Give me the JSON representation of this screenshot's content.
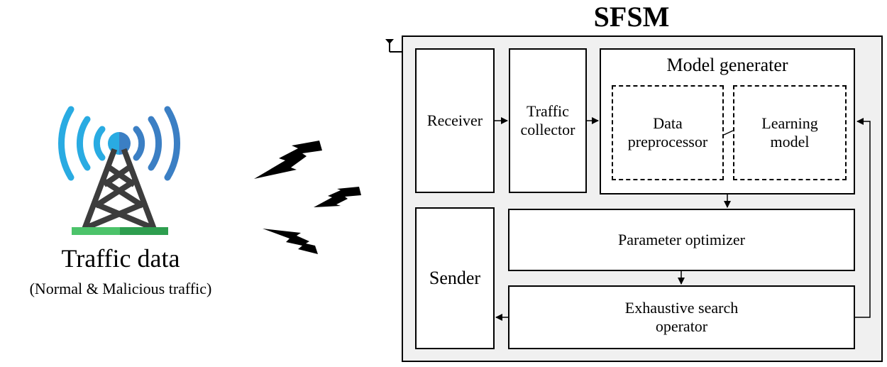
{
  "system": {
    "title": "SFSM"
  },
  "blocks": {
    "receiver": "Receiver",
    "traffic_collector_line1": "Traffic",
    "traffic_collector_line2": "collector",
    "model_generator": "Model generater",
    "data_preprocessor_line1": "Data",
    "data_preprocessor_line2": "preprocessor",
    "learning_model_line1": "Learning",
    "learning_model_line2": "model",
    "parameter_optimizer": "Parameter optimizer",
    "exhaustive_search_line1": "Exhaustive search",
    "exhaustive_search_line2": "operator",
    "sender": "Sender"
  },
  "source": {
    "label": "Traffic data",
    "sublabel": "(Normal & Malicious traffic)"
  },
  "colors": {
    "wave_light_blue": "#29abe2",
    "wave_dark_blue": "#3b7fc4",
    "tower": "#3d3d3d",
    "ground_light": "#4cc36a",
    "ground_dark": "#2e9e4f",
    "frame_bg": "#f0f0f0"
  }
}
